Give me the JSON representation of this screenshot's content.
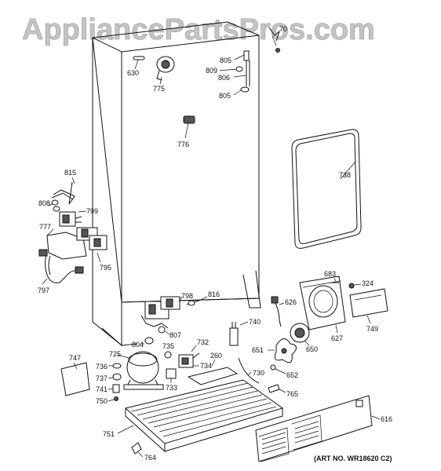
{
  "watermark": "AppliancePartsPros.com",
  "art_number": "(ART NO. WR18620 C2)",
  "callouts": {
    "c630": "630",
    "c775": "775",
    "c805a": "805",
    "c809": "809",
    "c806": "806",
    "c805b": "805",
    "c776": "776",
    "c738": "738",
    "c815": "815",
    "c808": "808",
    "c799": "799",
    "c777": "777",
    "c795": "795",
    "c797": "797",
    "c798": "798",
    "c816": "816",
    "c807": "807",
    "c804": "804",
    "c735": "735",
    "c725": "725",
    "c732": "732",
    "c734": "734",
    "c733": "733",
    "c260": "260",
    "c747": "747",
    "c736": "736",
    "c737": "737",
    "c741": "741",
    "c750": "750",
    "c751": "751",
    "c764": "764",
    "c740": "740",
    "c730": "730",
    "c765": "765",
    "c651": "651",
    "c652": "652",
    "c650": "650",
    "c626": "626",
    "c683": "683",
    "c324": "324",
    "c627": "627",
    "c749": "749",
    "c616": "616",
    "c70": "70"
  }
}
